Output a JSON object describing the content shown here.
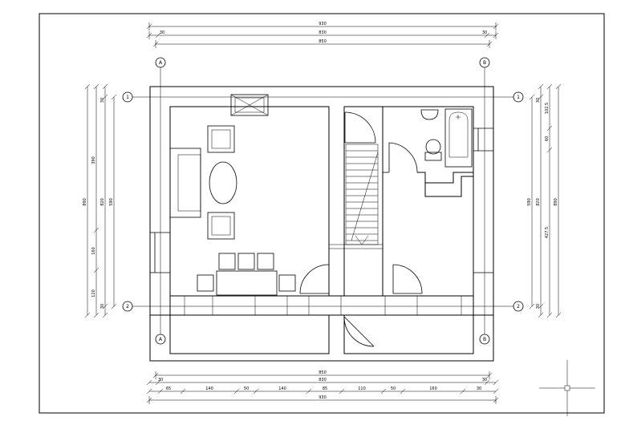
{
  "top_dims": {
    "row1": {
      "total": "930"
    },
    "row2": {
      "left": "30",
      "mid": "830",
      "right": "30"
    },
    "row3": {
      "total": "850"
    }
  },
  "bottom_dims": {
    "row1": {
      "total": "850"
    },
    "row2": {
      "left": "30",
      "mid": "830",
      "right": "30"
    },
    "row3": {
      "segs": [
        "65",
        "140",
        "50",
        "140",
        "85",
        "110",
        "50",
        "160",
        "30"
      ]
    },
    "row4": {
      "total": "930"
    }
  },
  "left_dims": {
    "outer": "890",
    "col2_total": "820",
    "col3_total": "590",
    "segs": [
      "30",
      "390",
      "160",
      "120",
      "30"
    ]
  },
  "right_dims": {
    "outer": "890",
    "col2_total": "820",
    "col3_total": "590",
    "segs": [
      "30",
      "102.5",
      "60",
      "427.5",
      "30"
    ]
  },
  "grid": {
    "axis_a": "A",
    "axis_b": "B",
    "axis_1": "1",
    "axis_2": "2"
  }
}
